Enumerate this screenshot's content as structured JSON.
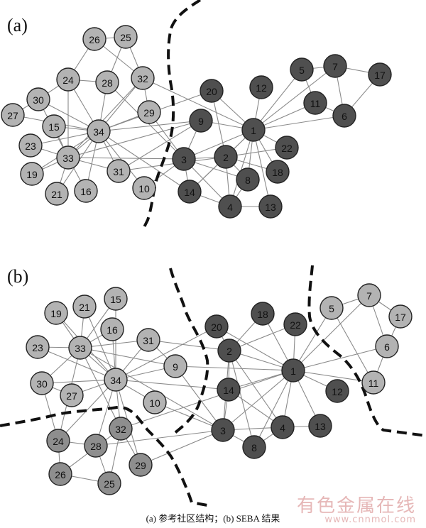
{
  "colors": {
    "light_node": "#b3b3b3",
    "mid_node": "#8e8e8e",
    "dark_node": "#4f4f4f",
    "edge": "#8a8a8a",
    "boundary": "#111111",
    "label": "#111111",
    "watermark": "#e6b7b7"
  },
  "panels": [
    {
      "label": "(a)",
      "nodes": [
        {
          "id": "1",
          "group": "dark"
        },
        {
          "id": "2",
          "group": "dark"
        },
        {
          "id": "3",
          "group": "dark"
        },
        {
          "id": "4",
          "group": "dark"
        },
        {
          "id": "5",
          "group": "dark"
        },
        {
          "id": "6",
          "group": "dark"
        },
        {
          "id": "7",
          "group": "dark"
        },
        {
          "id": "8",
          "group": "dark"
        },
        {
          "id": "9",
          "group": "dark"
        },
        {
          "id": "10",
          "group": "light"
        },
        {
          "id": "11",
          "group": "dark"
        },
        {
          "id": "12",
          "group": "dark"
        },
        {
          "id": "13",
          "group": "dark"
        },
        {
          "id": "14",
          "group": "dark"
        },
        {
          "id": "15",
          "group": "light"
        },
        {
          "id": "16",
          "group": "light"
        },
        {
          "id": "17",
          "group": "dark"
        },
        {
          "id": "18",
          "group": "dark"
        },
        {
          "id": "19",
          "group": "light"
        },
        {
          "id": "20",
          "group": "dark"
        },
        {
          "id": "21",
          "group": "light"
        },
        {
          "id": "22",
          "group": "dark"
        },
        {
          "id": "23",
          "group": "light"
        },
        {
          "id": "24",
          "group": "light"
        },
        {
          "id": "25",
          "group": "light"
        },
        {
          "id": "26",
          "group": "light"
        },
        {
          "id": "27",
          "group": "light"
        },
        {
          "id": "28",
          "group": "light"
        },
        {
          "id": "29",
          "group": "light"
        },
        {
          "id": "30",
          "group": "light"
        },
        {
          "id": "31",
          "group": "light"
        },
        {
          "id": "32",
          "group": "light"
        },
        {
          "id": "33",
          "group": "light"
        },
        {
          "id": "34",
          "group": "light"
        }
      ]
    },
    {
      "label": "(b)",
      "nodes": [
        {
          "id": "1",
          "group": "dark"
        },
        {
          "id": "2",
          "group": "dark"
        },
        {
          "id": "3",
          "group": "dark"
        },
        {
          "id": "4",
          "group": "dark"
        },
        {
          "id": "5",
          "group": "light"
        },
        {
          "id": "6",
          "group": "light"
        },
        {
          "id": "7",
          "group": "light"
        },
        {
          "id": "8",
          "group": "dark"
        },
        {
          "id": "9",
          "group": "light"
        },
        {
          "id": "10",
          "group": "light"
        },
        {
          "id": "11",
          "group": "light"
        },
        {
          "id": "12",
          "group": "dark"
        },
        {
          "id": "13",
          "group": "dark"
        },
        {
          "id": "14",
          "group": "dark"
        },
        {
          "id": "15",
          "group": "light"
        },
        {
          "id": "16",
          "group": "light"
        },
        {
          "id": "17",
          "group": "light"
        },
        {
          "id": "18",
          "group": "dark"
        },
        {
          "id": "19",
          "group": "light"
        },
        {
          "id": "20",
          "group": "dark"
        },
        {
          "id": "21",
          "group": "light"
        },
        {
          "id": "22",
          "group": "dark"
        },
        {
          "id": "23",
          "group": "light"
        },
        {
          "id": "24",
          "group": "mid"
        },
        {
          "id": "25",
          "group": "mid"
        },
        {
          "id": "26",
          "group": "mid"
        },
        {
          "id": "27",
          "group": "light"
        },
        {
          "id": "28",
          "group": "mid"
        },
        {
          "id": "29",
          "group": "mid"
        },
        {
          "id": "30",
          "group": "light"
        },
        {
          "id": "31",
          "group": "light"
        },
        {
          "id": "32",
          "group": "mid"
        },
        {
          "id": "33",
          "group": "light"
        },
        {
          "id": "34",
          "group": "light"
        }
      ]
    }
  ],
  "edges": [
    [
      "1",
      "2"
    ],
    [
      "1",
      "3"
    ],
    [
      "1",
      "4"
    ],
    [
      "1",
      "5"
    ],
    [
      "1",
      "6"
    ],
    [
      "1",
      "7"
    ],
    [
      "1",
      "8"
    ],
    [
      "1",
      "9"
    ],
    [
      "1",
      "11"
    ],
    [
      "1",
      "12"
    ],
    [
      "1",
      "13"
    ],
    [
      "1",
      "14"
    ],
    [
      "1",
      "18"
    ],
    [
      "1",
      "20"
    ],
    [
      "1",
      "22"
    ],
    [
      "1",
      "32"
    ],
    [
      "2",
      "3"
    ],
    [
      "2",
      "4"
    ],
    [
      "2",
      "8"
    ],
    [
      "2",
      "14"
    ],
    [
      "2",
      "18"
    ],
    [
      "2",
      "20"
    ],
    [
      "2",
      "22"
    ],
    [
      "2",
      "31"
    ],
    [
      "3",
      "4"
    ],
    [
      "3",
      "8"
    ],
    [
      "3",
      "9"
    ],
    [
      "3",
      "10"
    ],
    [
      "3",
      "14"
    ],
    [
      "3",
      "28"
    ],
    [
      "3",
      "29"
    ],
    [
      "3",
      "33"
    ],
    [
      "4",
      "8"
    ],
    [
      "4",
      "13"
    ],
    [
      "4",
      "14"
    ],
    [
      "5",
      "7"
    ],
    [
      "5",
      "11"
    ],
    [
      "6",
      "7"
    ],
    [
      "6",
      "11"
    ],
    [
      "6",
      "17"
    ],
    [
      "7",
      "17"
    ],
    [
      "9",
      "31"
    ],
    [
      "9",
      "33"
    ],
    [
      "9",
      "34"
    ],
    [
      "10",
      "34"
    ],
    [
      "14",
      "34"
    ],
    [
      "15",
      "33"
    ],
    [
      "15",
      "34"
    ],
    [
      "16",
      "33"
    ],
    [
      "16",
      "34"
    ],
    [
      "19",
      "33"
    ],
    [
      "19",
      "34"
    ],
    [
      "20",
      "34"
    ],
    [
      "21",
      "33"
    ],
    [
      "21",
      "34"
    ],
    [
      "23",
      "33"
    ],
    [
      "23",
      "34"
    ],
    [
      "24",
      "26"
    ],
    [
      "24",
      "28"
    ],
    [
      "24",
      "30"
    ],
    [
      "24",
      "33"
    ],
    [
      "24",
      "34"
    ],
    [
      "25",
      "26"
    ],
    [
      "25",
      "28"
    ],
    [
      "25",
      "32"
    ],
    [
      "26",
      "32"
    ],
    [
      "27",
      "30"
    ],
    [
      "27",
      "34"
    ],
    [
      "28",
      "34"
    ],
    [
      "29",
      "32"
    ],
    [
      "29",
      "34"
    ],
    [
      "30",
      "33"
    ],
    [
      "30",
      "34"
    ],
    [
      "31",
      "33"
    ],
    [
      "31",
      "34"
    ],
    [
      "32",
      "33"
    ],
    [
      "32",
      "34"
    ],
    [
      "33",
      "34"
    ]
  ],
  "caption": "(a)  参考社区结构；(b) SEBA 结果",
  "watermark": {
    "main": "有色金属在线",
    "sub": "www.cnnmol.com"
  }
}
